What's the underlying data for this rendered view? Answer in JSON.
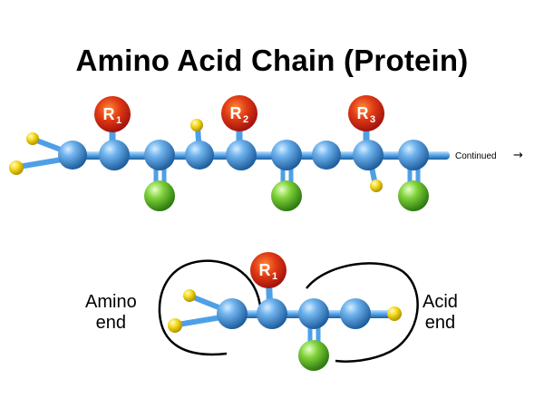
{
  "title": "Amino Acid Chain (Protein)",
  "chain": {
    "r_groups": [
      {
        "letter": "R",
        "subscript": "1"
      },
      {
        "letter": "R",
        "subscript": "2"
      },
      {
        "letter": "R",
        "subscript": "3"
      }
    ],
    "continued_label": "Continued",
    "continued_arrow": "→"
  },
  "single_amino_acid": {
    "r_group": {
      "letter": "R",
      "subscript": "1"
    },
    "amino_end": {
      "line1": "Amino",
      "line2": "end"
    },
    "acid_end": {
      "line1": "Acid",
      "line2": "end"
    }
  },
  "colors": {
    "backbone_atom": "#3f8fd6",
    "bond": "#4ea0e6",
    "side_atom_green": "#5fbf2a",
    "hydrogen_yellow": "#f2d20c",
    "r_group_red": "#d81c1c",
    "r_group_label_bg": "#e8661a"
  }
}
